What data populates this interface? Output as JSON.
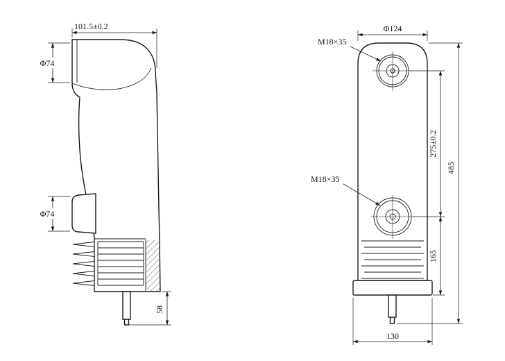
{
  "drawing": {
    "type": "technical-engineering-drawing",
    "colors": {
      "line": "#1a1a1a",
      "background": "#ffffff"
    },
    "left_view": {
      "dim_top_width": "101.5±0.2",
      "dim_arm_diameter": "Φ74",
      "dim_bushing_diameter": "Φ74",
      "dim_stem_length": "58"
    },
    "right_view": {
      "dim_top_diameter": "Φ124",
      "thread_upper": "M18×35",
      "thread_lower": "M18×35",
      "dim_terminal_spacing": "275±0.2",
      "dim_total_height": "485",
      "dim_lower_section": "165",
      "dim_base_width": "130"
    }
  }
}
